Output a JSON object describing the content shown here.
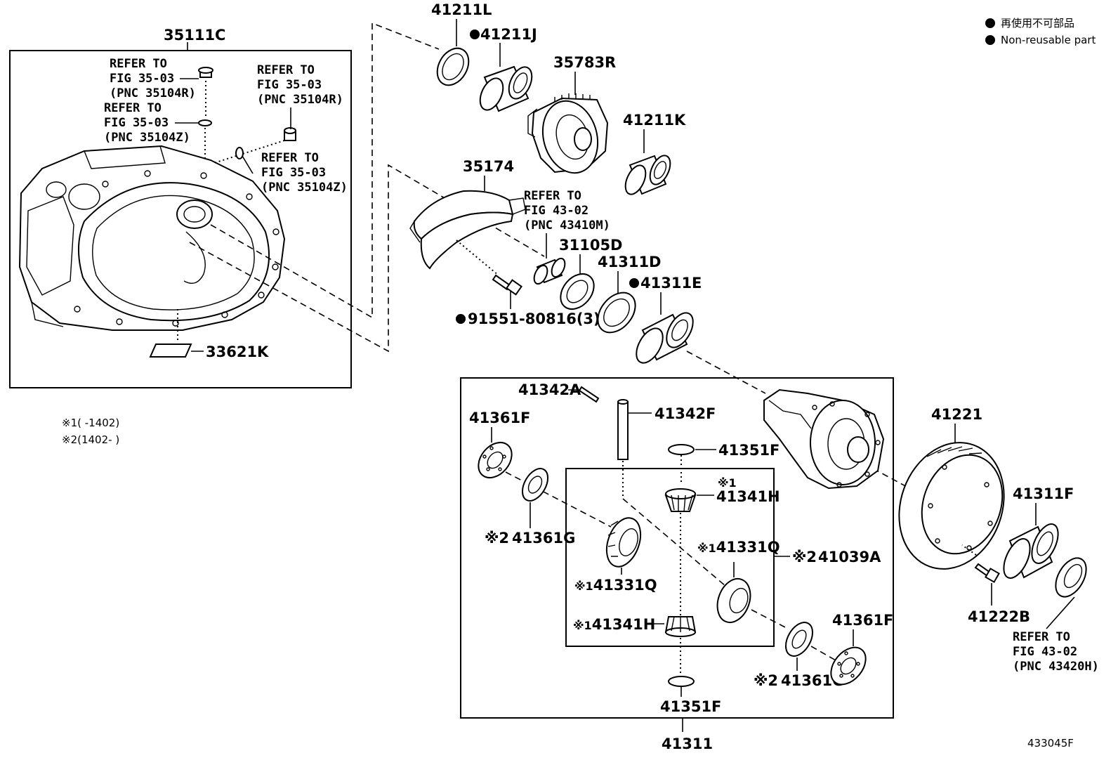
{
  "legend": {
    "jp": "再使用不可部品",
    "en": "Non-reusable part"
  },
  "notes": {
    "n1": "※1(   -1402)",
    "n2": "※2(1402-   )"
  },
  "diagram_code": "433045F",
  "mark1": "※1",
  "mark2": "※2",
  "labels": {
    "p35111C": "35111C",
    "p33621K": "33621K",
    "p41211L": "41211L",
    "p41211J": "41211J",
    "p35783R": "35783R",
    "p41211K": "41211K",
    "p35174": "35174",
    "p31105D": "31105D",
    "p41311D": "41311D",
    "p41311E": "41311E",
    "p91551": "91551-80816(3)",
    "p41342A": "41342A",
    "p41342F": "41342F",
    "p41361F_a": "41361F",
    "p41351F_a": "41351F",
    "p41341H_a": "41341H",
    "p41361G_a": "41361G",
    "p41331Q_a": "41331Q",
    "p41039A": "41039A",
    "p41331Q_b": "41331Q",
    "p41341H_b": "41341H",
    "p41361F_b": "41361F",
    "p41361G_b": "41361G",
    "p41351F_b": "41351F",
    "p41311": "41311",
    "p41221": "41221",
    "p41311F": "41311F",
    "p41222B": "41222B"
  },
  "refs": {
    "r1": [
      "REFER TO",
      "FIG 35-03",
      "(PNC 35104R)"
    ],
    "r2": [
      "REFER TO",
      "FIG 35-03",
      "(PNC 35104Z)"
    ],
    "r3": [
      "REFER TO",
      "FIG 35-03",
      "(PNC 35104R)"
    ],
    "r4": [
      "REFER TO",
      "FIG 35-03",
      "(PNC 35104Z)"
    ],
    "r5": [
      "REFER TO",
      "FIG 43-02",
      "(PNC 43410M)"
    ],
    "r6": [
      "REFER TO",
      "FIG 43-02",
      "(PNC 43420H)"
    ]
  }
}
